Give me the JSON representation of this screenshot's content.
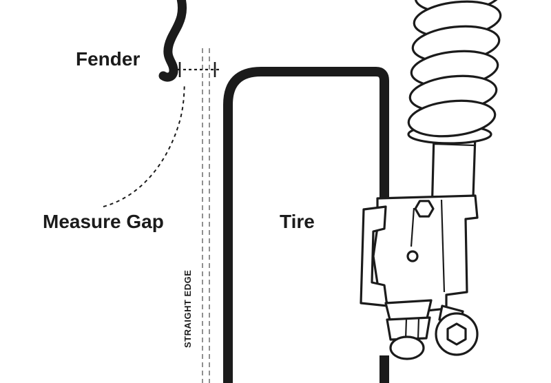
{
  "figure": {
    "type": "technical-diagram",
    "description": "Measuring fender-to-tire gap with a straight edge; suspension strut assembly shown at right",
    "labels": {
      "fender": "Fender",
      "measure_gap": "Measure Gap",
      "tire": "Tire",
      "straight_edge": "STRAIGHT EDGE"
    },
    "colors": {
      "background": "#ffffff",
      "ink": "#1b1b1b",
      "dashed_gray": "#909090"
    }
  }
}
